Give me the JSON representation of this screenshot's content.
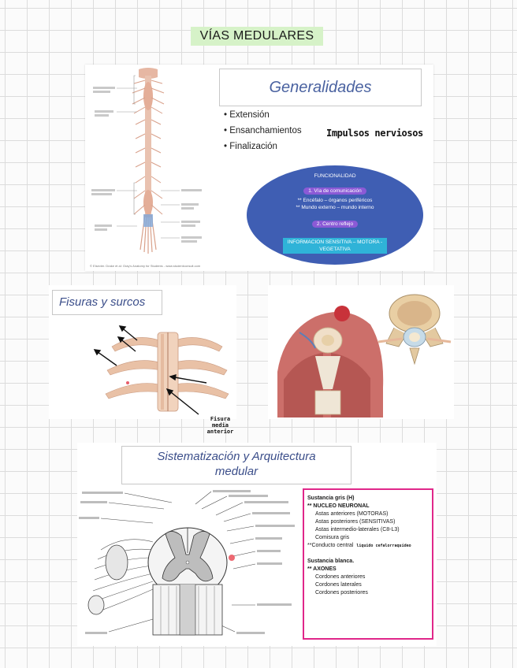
{
  "page": {
    "title": "VÍAS MEDULARES"
  },
  "slide_generalidades": {
    "spine_caption": "© Elsevier. Drake et al: Gray's Anatomy for Students - www.studentconsult.com",
    "heading": "Generalidades",
    "bullets": [
      "Extensión",
      "Ensanchamientos",
      "Finalización"
    ],
    "handwritten_note": "Impulsos nerviosos",
    "funcionalidad": {
      "title": "FUNCIONALIDAD",
      "item1": "1. Vía de comunicación",
      "item1_line1": "** Encéfalo – órganos periféricos",
      "item1_line2": "** Mundo externo – mundo interno",
      "item2": "2. Centro reflejo",
      "info_line1": "INFORMACION SENSITIVA – MOTORA -",
      "info_line2": "VEGETATIVA"
    }
  },
  "slide_fisuras": {
    "heading": "Fisuras y surcos",
    "note_line1": "Fisura media",
    "note_line2": "anterior"
  },
  "slide_sistematizacion": {
    "heading_line1": "Sistematización y Arquitectura",
    "heading_line2": "medular",
    "sustancia_gris": {
      "title": "Sustancia gris (H)",
      "nucleo": "** NUCLEO NEURONAL",
      "items": [
        "Astas anteriores (MOTORAS)",
        "Astas posteriores (SENSITIVAS)",
        "Astas intermedio-laterales (C8-L3)",
        "Comisura gris"
      ],
      "conducto": "**Conducto central",
      "conducto_note": "liquido cefalorraquideo"
    },
    "sustancia_blanca": {
      "title": "Sustancia blanca.",
      "axones": "** AXONES",
      "items": [
        "Cordones anteriores",
        "Cordones laterales",
        "Cordones posteriores"
      ]
    }
  },
  "colors": {
    "title_highlight": "#d6f2c8",
    "oval": "#3f5eb3",
    "pill": "#8b5ad6",
    "info_band": "#2fb3d8",
    "box_border": "#e0278a",
    "heading_blue": "#4a62a0"
  }
}
